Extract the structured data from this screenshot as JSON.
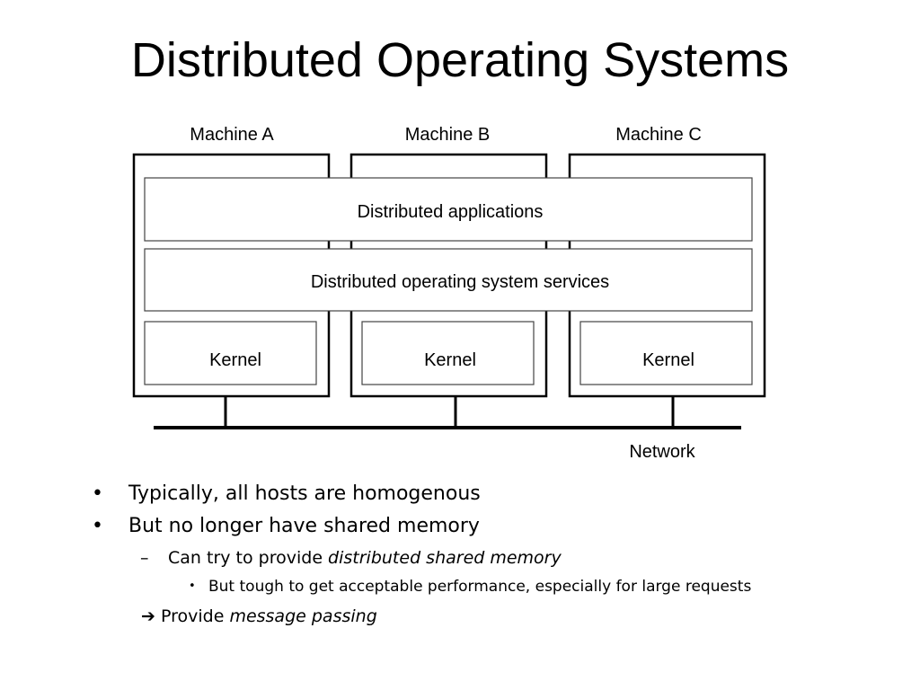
{
  "slide": {
    "title": "Distributed Operating Systems"
  },
  "diagram": {
    "machines": [
      "Machine A",
      "Machine B",
      "Machine C"
    ],
    "layers": {
      "applications": "Distributed applications",
      "services": "Distributed operating system services"
    },
    "kernels": [
      "Kernel",
      "Kernel",
      "Kernel"
    ],
    "network_label": "Network"
  },
  "bullets": {
    "item1": "Typically, all hosts are homogenous",
    "item2": "But no longer have shared memory",
    "sub1_prefix": "Can try to provide ",
    "sub1_emphasis": "distributed shared memory",
    "subsub1": "But tough to get acceptable performance, especially for large requests",
    "arrow_prefix": "Provide ",
    "arrow_emphasis": "message passing",
    "bullet_glyph": "•",
    "dash_glyph": "–",
    "arrow_glyph": "➔"
  }
}
